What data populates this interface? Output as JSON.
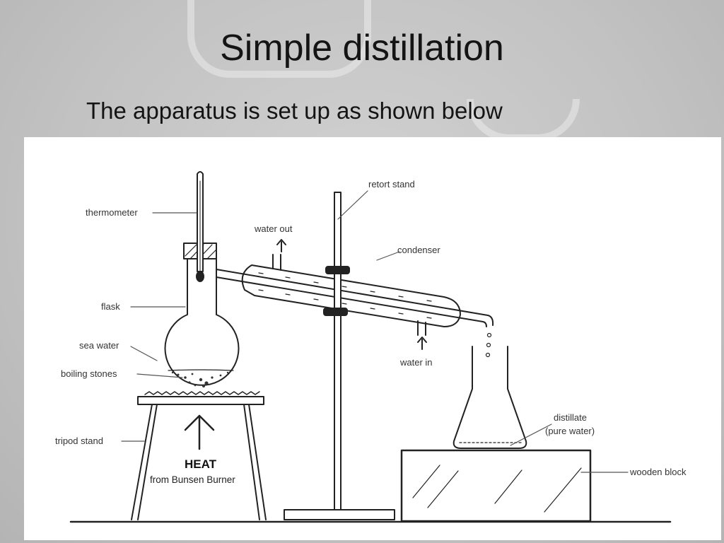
{
  "slide": {
    "title": "Simple distillation",
    "subtitle": "The apparatus is set up as shown below"
  },
  "diagram": {
    "labels": {
      "thermometer": "thermometer",
      "retort_stand": "retort stand",
      "water_out": "water out",
      "condenser": "condenser",
      "flask": "flask",
      "sea_water": "sea water",
      "boiling_stones": "boiling stones",
      "water_in": "water in",
      "distillate_line1": "distillate",
      "distillate_line2": "(pure water)",
      "tripod_stand": "tripod stand",
      "heat": "HEAT",
      "heat_source": "from Bunsen Burner",
      "wooden_block": "wooden block"
    }
  },
  "colors": {
    "background": "#c4c4c4",
    "panel": "#ffffff",
    "ink": "#222222"
  }
}
